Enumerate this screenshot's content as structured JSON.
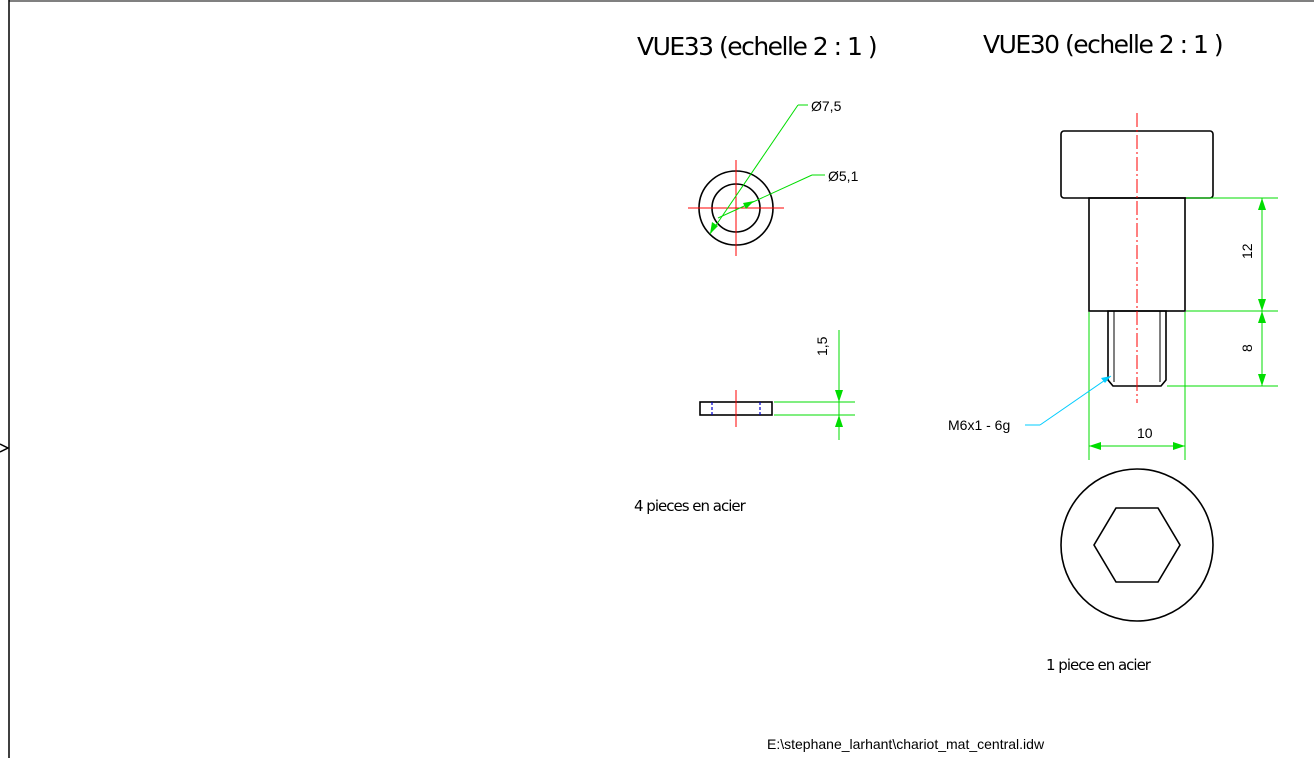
{
  "view33": {
    "title": "VUE33 (echelle 2 : 1 )",
    "dia_outer": "Ø7,5",
    "dia_inner": "Ø5,1",
    "thickness": "1,5",
    "note": "4 pieces en acier"
  },
  "view30": {
    "title": "VUE30 (echelle 2 : 1 )",
    "dim_shank": "12",
    "dim_thread": "8",
    "dim_width": "10",
    "thread": "M6x1 - 6g",
    "note": "1 piece en acier"
  },
  "footer": {
    "file_path": "E:\\stephane_larhant\\chariot_mat_central.idw"
  },
  "colors": {
    "dimension": "#00dd00",
    "centerline": "#ff0000",
    "leader": "#00ccff",
    "hidden": "#0000cc"
  }
}
